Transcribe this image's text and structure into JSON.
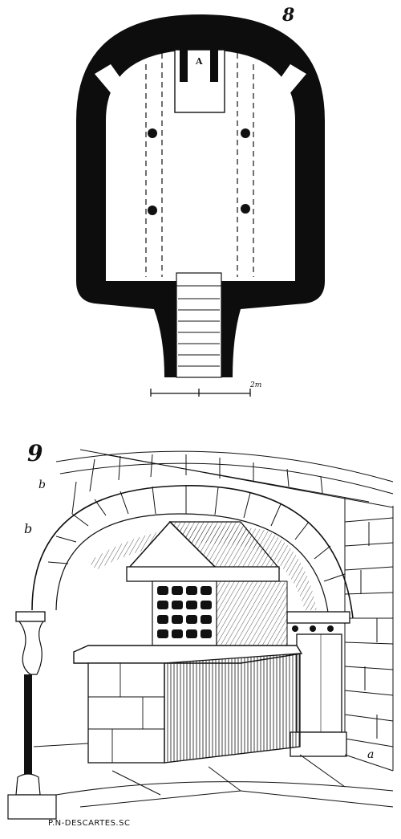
{
  "figures": {
    "plan": {
      "number": "8",
      "room_label": "A",
      "scale_label": "2m"
    },
    "view": {
      "number": "9",
      "letter_left_top": "b",
      "letter_left_mid": "b",
      "letter_right": "a",
      "engraver": "P.N-DESCARTES.SC"
    }
  },
  "colors": {
    "ink": "#111111",
    "paper": "#ffffff",
    "wall": "#0d0d0d"
  }
}
